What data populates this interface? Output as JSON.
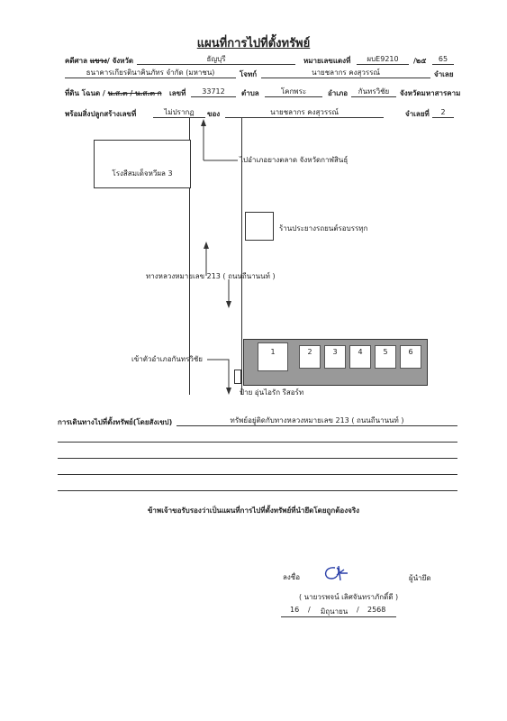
{
  "title": "แผนที่การไปที่ตั้งทรัพย์",
  "header": {
    "court_label": "คดีศาล",
    "court_struck": "แขวง",
    "court_label_2": "/ จังหวัด",
    "court_value": "ธัญบุรี",
    "case_label": "หมายเลขแดงที่",
    "case_value_1": "ผบE9210",
    "case_sep": "/๒๕",
    "case_value_2": "65",
    "plaintiff_value": "ธนาคารเกียรตินาคินภัทร จำกัด (มหาชน)",
    "plaintiff_label": "โจทก์",
    "defendant_value": "นายชลากร คงสุวรรณ์",
    "defendant_label": "จำเลย",
    "land_label": "ที่ดิน โฉนด /",
    "land_struck": "น.ส.๓ / น.ส.๓ ก",
    "number_label": "เลขที่",
    "number_value": "33712",
    "subdistrict_label": "ตำบล",
    "subdistrict_value": "โคกพระ",
    "district_label": "อำเภอ",
    "district_value": "กันทรวิชัย",
    "province_label": "จังหวัดมหาสารคาม",
    "building_label": "พร้อมสิ่งปลูกสร้างเลขที่",
    "building_value": "ไม่ปรากฏ",
    "of_label": "ของ",
    "owner_value": "นายชลากร คงสุวรรณ์",
    "defendant_no_label": "จำเลยที่",
    "defendant_no_value": "2"
  },
  "map": {
    "school_label": "โรงสีสมเด็จหวีผล 3",
    "north_label": "ไปอำเภอยางตลาด จังหวัดกาฬสินธุ์",
    "shop_label": "ร้านประยางรถยนต์รอบรรทุก",
    "road_label": "ทางหลวงหมายเลข 213 ( ถนนถีนานนท์ )",
    "town_label": "เข้าตัวอำเภอกันทรวิชัย",
    "sign_label": "ป้าย อุ่นไอรัก รีสอร์ท",
    "units": [
      "1",
      "2",
      "3",
      "4",
      "5",
      "6"
    ]
  },
  "directions": {
    "label": "การเดินทางไปที่ตั้งทรัพย์(โดยสังเขป)",
    "line1": "ทรัพย์อยู่ติดกับทางหลวงหมายเลข 213 ( ถนนถีนานนท์ )"
  },
  "certify": "ข้าพเจ้าขอรับรองว่าเป็นแผนที่การไปที่ตั้งทรัพย์ที่นำยึดโดยถูกต้องจริง",
  "signature": {
    "sign_label": "ลงชื่อ",
    "role": "ผู้นำยึด",
    "name": "( นายวรพจน์ เลิศจันทราภักดิ์ดี )",
    "day": "16",
    "sep1": "/",
    "month": "มิถุนายน",
    "sep2": "/",
    "year": "2568"
  }
}
